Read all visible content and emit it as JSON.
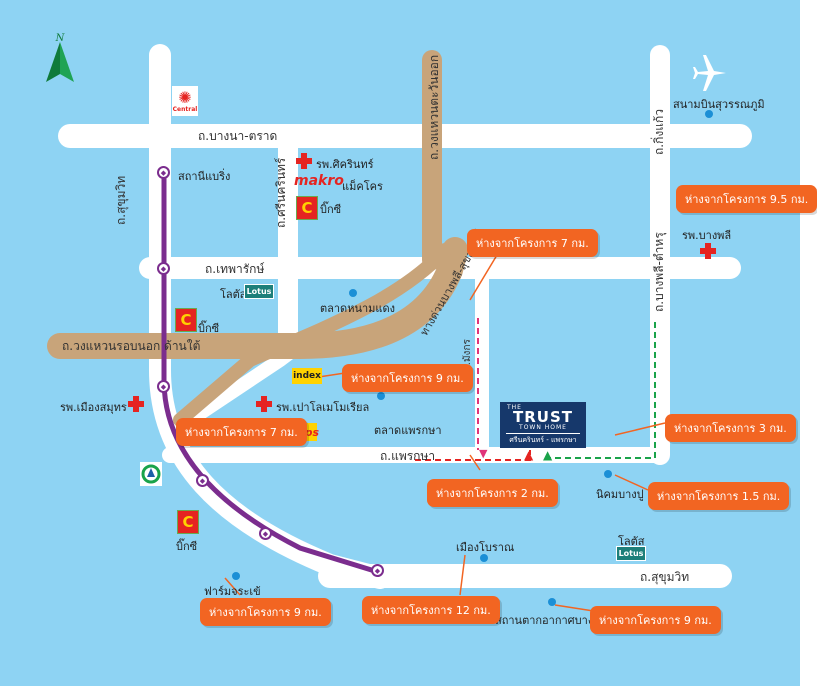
{
  "map": {
    "compass_letter": "N",
    "roads": {
      "bangna_trat": "ถ.บางนา-ตราด",
      "sukhumvit_v": "ถ.สุขุมวิท",
      "srinakarin": "ถ.ศรีนครินทร์",
      "kanchanaphisek_east": "ถ.วงแหวนตะวันออก",
      "kingkaew": "ถ.กิ่งแก้ว",
      "thepharak": "ถ.เทพารักษ์",
      "bangphli_tamru": "ถ.บางพลี-ตำหรุ",
      "ring_road_south": "ถ.วงแหวนรอบนอก ด้านใต้",
      "motorway": "ทางด่วนบางพลี-สุขสวัสดิ์",
      "soi_mangkorn": "ซ.มังกร",
      "phraeksa": "ถ.แพรกษา",
      "sukhumvit_h": "ถ.สุขุมวิท"
    },
    "places": {
      "airport": "สนามบินสุวรรณภูมิ",
      "station_bearing": "สถานีแบริ่ง",
      "hospital_sikarin": "รพ.ศิครินทร์",
      "makro_logo": "makro",
      "makro": "แม็คโคร",
      "bigc_1": "บิ๊กซี",
      "bigc_2": "บิ๊กซี",
      "bigc_3": "บิ๊กซี",
      "hospital_bangphli": "รพ.บางพลี",
      "lotus_1": "โลตัส",
      "lotus_2": "โลตัส",
      "lotus_logo": "Lotus",
      "market_nong_daeng": "ตลาดหนามแดง",
      "index_logo": "index",
      "hospital_paolo": "รพ.เปาโลเมโมเรียล",
      "hospital_muang_samut": "รพ.เมืองสมุทร",
      "tops_logo": "Tops",
      "market_phraeksa": "ตลาดแพรกษา",
      "nikhom_bangpu": "นิคมบางปู",
      "muang_boran": "เมืองโบราณ",
      "crocodile_farm": "ฟาร์มจระเข้",
      "bangpu_resort": "สถานตากอากาศบางปู",
      "central_logo": "Central"
    },
    "callouts": {
      "c1": "ห่างจากโครงการ 9.5 กม.",
      "c2": "ห่างจากโครงการ 7 กม.",
      "c3": "ห่างจากโครงการ 9 กม.",
      "c4": "ห่างจากโครงการ 7 กม.",
      "c5": "ห่างจากโครงการ 3 กม.",
      "c6": "ห่างจากโครงการ 2 กม.",
      "c7": "ห่างจากโครงการ 1.5 กม.",
      "c8": "ห่างจากโครงการ 9 กม.",
      "c9": "ห่างจากโครงการ 12 กม.",
      "c10": "ห่างจากโครงการ 9 กม."
    },
    "project": {
      "line1": "THE",
      "line2": "TRUST",
      "line3": "TOWN HOME",
      "line4": "ศรีนครินทร์ - แพรกษา"
    },
    "colors": {
      "water": "#8ed3f3",
      "road": "#ffffff",
      "ring_road": "#c8a47a",
      "bts_line": "#7b2d8e",
      "callout": "#f26522",
      "poi_dot": "#1b8fd6",
      "hospital": "#e52421",
      "project_box": "#16386b",
      "route_red": "#e52421",
      "route_green": "#1aa34a"
    }
  }
}
